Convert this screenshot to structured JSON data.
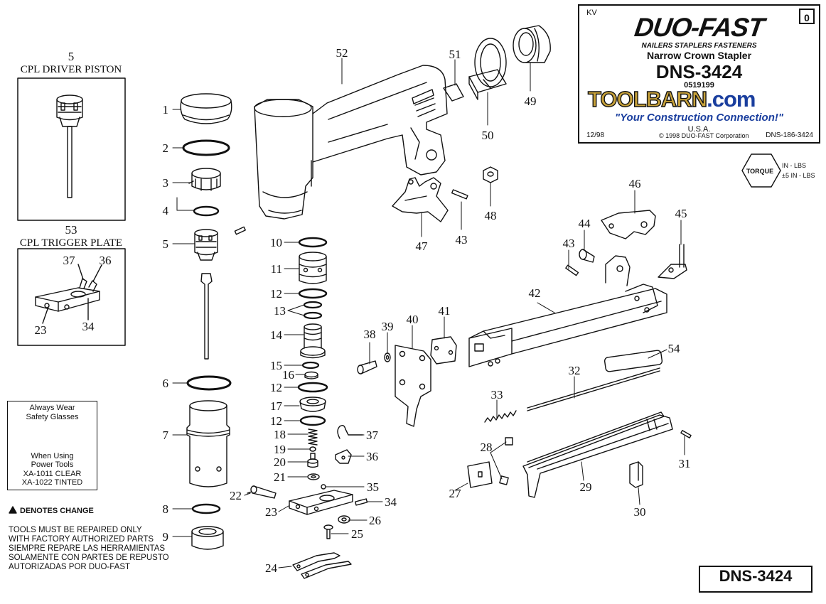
{
  "title_block": {
    "kv": "KV",
    "revision": "0",
    "brand": "DUO-FAST",
    "tagline": "NAILERS STAPLERS FASTENERS",
    "product": "Narrow Crown Stapler",
    "model": "DNS-3424",
    "code": "0519199",
    "toolbarn_main": "TOOLBARN",
    "toolbarn_com": ".com",
    "slogan": "\"Your Construction Connection!\"",
    "country": "U.S.A.",
    "date": "12/98",
    "copyright": "© 1998 DUO-FAST Corporation",
    "doc_number": "DNS-186-3424"
  },
  "torque": {
    "label": "TORQUE",
    "line1": "IN - LBS",
    "line2": "±5 IN - LBS"
  },
  "insets": {
    "piston_number": "5",
    "piston_title": "CPL DRIVER PISTON",
    "trigger_number": "53",
    "trigger_title": "CPL TRIGGER PLATE"
  },
  "safety": {
    "l1": "Always Wear",
    "l2": "Safety Glasses",
    "l3": "When Using",
    "l4": "Power Tools",
    "l5": "XA-1011 CLEAR",
    "l6": "XA-1022 TINTED"
  },
  "notes": {
    "denotes": "DENOTES CHANGE",
    "repair1": "TOOLS MUST BE REPAIRED ONLY",
    "repair2": "WITH FACTORY AUTHORIZED PARTS",
    "repair3": "SIEMPRE REPARE LAS HERRAMIENTAS",
    "repair4": "SOLAMENTE CON PARTES DE REPUSTO",
    "repair5": "AUTORIZADAS POR DUO-FAST"
  },
  "footer_model": "DNS-3424",
  "callouts": {
    "c1": "1",
    "c2": "2",
    "c3": "3",
    "c4": "4",
    "c5": "5",
    "c6": "6",
    "c7": "7",
    "c8": "8",
    "c9": "9",
    "c10": "10",
    "c11": "11",
    "c12a": "12",
    "c12b": "12",
    "c12c": "12",
    "c13": "13",
    "c14": "14",
    "c15": "15",
    "c16": "16",
    "c17": "17",
    "c18": "18",
    "c19": "19",
    "c20": "20",
    "c21": "21",
    "c22": "22",
    "c23": "23",
    "c23i": "23",
    "c24": "24",
    "c25": "25",
    "c26": "26",
    "c27": "27",
    "c28": "28",
    "c29": "29",
    "c30": "30",
    "c31": "31",
    "c32": "32",
    "c33": "33",
    "c34": "34",
    "c34i": "34",
    "c35": "35",
    "c36": "36",
    "c36i": "36",
    "c37": "37",
    "c37i": "37",
    "c38": "38",
    "c39": "39",
    "c40": "40",
    "c41": "41",
    "c42": "42",
    "c43a": "43",
    "c43b": "43",
    "c44": "44",
    "c45": "45",
    "c46": "46",
    "c47": "47",
    "c48": "48",
    "c49": "49",
    "c50": "50",
    "c51": "51",
    "c52": "52",
    "c54": "54"
  }
}
